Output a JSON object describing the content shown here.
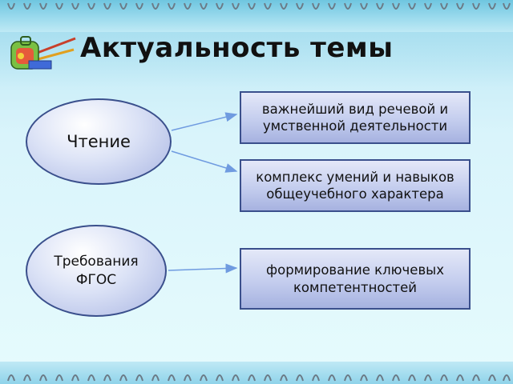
{
  "slide": {
    "title": "Актуальность темы"
  },
  "nodes": {
    "reading": "Чтение",
    "fgos": "Требования ФГОС"
  },
  "boxes": {
    "box1": "важнейший вид речевой и  умственной деятельности",
    "box2": "комплекс умений и навыков общеучебного характера",
    "box3": "формирование ключевых компетентностей"
  },
  "colors": {
    "ellipse_border": "#3a4f8c",
    "box_border": "#3a4f8c",
    "arrow": "#6f9be0",
    "background": "#d9f4fb"
  },
  "icons": [
    "school-backpack-icon",
    "spiral-binding-icon"
  ]
}
